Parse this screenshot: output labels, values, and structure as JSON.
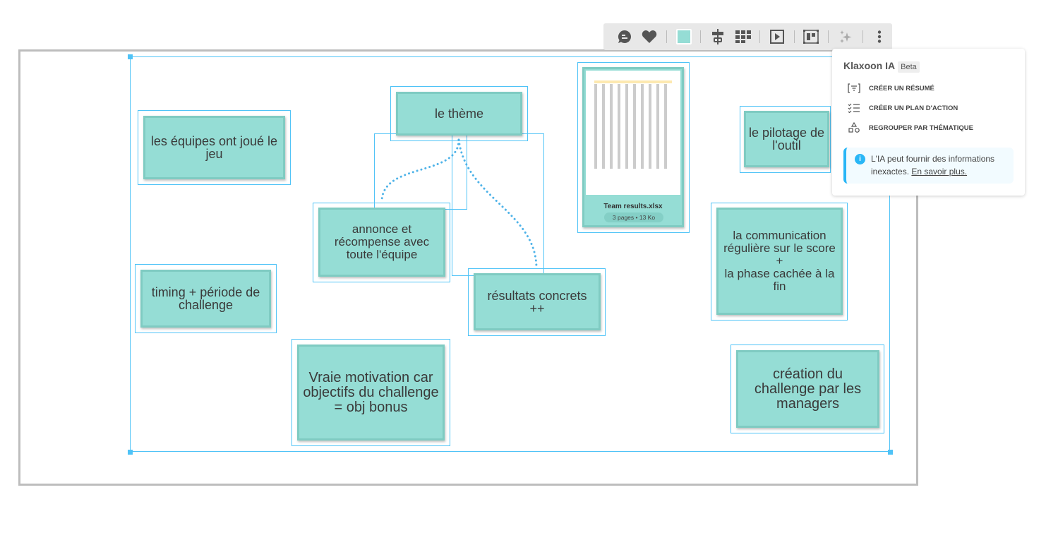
{
  "toolbar": {
    "items": [
      "comment-icon",
      "heart-icon",
      "color-swatch",
      "align-icon",
      "grid-icon",
      "present-icon",
      "layout-icon",
      "ai-sparkle-icon",
      "more-icon"
    ],
    "color": "#95ddd5"
  },
  "notes": [
    {
      "text": "les équipes ont joué le jeu"
    },
    {
      "text": "le thème"
    },
    {
      "text": "le pilotage de l'outil"
    },
    {
      "text": "annonce et récompense avec toute l'équipe"
    },
    {
      "text": "timing + période de challenge"
    },
    {
      "text": "résultats concrets ++"
    },
    {
      "text": "la communication régulière sur le score\n+\nla phase cachée à la fin"
    },
    {
      "text": "Vraie motivation car objectifs du challenge = obj bonus"
    },
    {
      "text": "création du challenge par les managers"
    }
  ],
  "file": {
    "name": "Team results.xlsx",
    "meta": "3 pages • 13 Ko"
  },
  "ai_panel": {
    "title": "Klaxoon IA",
    "badge": "Beta",
    "actions": [
      "CRÉER UN RÉSUMÉ",
      "CRÉER UN PLAN D'ACTION",
      "REGROUPER PAR THÉMATIQUE"
    ],
    "info": "L'IA peut fournir des informations inexactes.",
    "link": "En savoir plus."
  }
}
